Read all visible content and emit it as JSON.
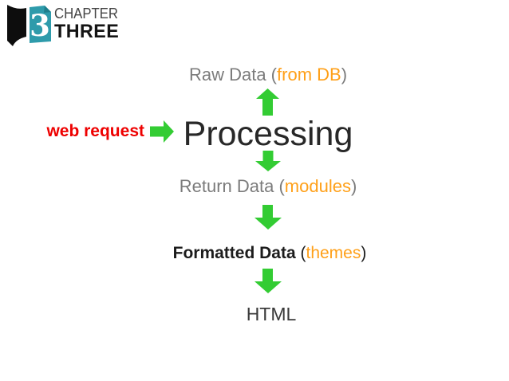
{
  "logo": {
    "number": "3",
    "line1": "CHAPTER",
    "line2": "THREE"
  },
  "flow": {
    "raw_data": {
      "prefix": "Raw Data (",
      "highlight": "from DB",
      "suffix": ")"
    },
    "web_request": "web request",
    "processing": "Processing",
    "return_data": {
      "prefix": "Return Data (",
      "highlight": "modules",
      "suffix": ")"
    },
    "formatted_data": {
      "bold": "Formatted Data",
      "paren": " (",
      "highlight": "themes",
      "suffix": ")"
    },
    "html": "HTML"
  },
  "icons": {
    "book": "book-icon",
    "up": "up-arrow-icon",
    "down": "down-arrow-icon",
    "right": "right-arrow-icon"
  },
  "colors": {
    "arrow_green": "#33cc33",
    "arrow_green_edge": "#2aa82a",
    "highlight_orange": "#ffa019",
    "web_request_red": "#ee0000",
    "muted_gray": "#7b7b7b",
    "logo_teal": "#2e9bab",
    "logo_teal_dark": "#1e7e8c",
    "logo_black": "#0d0d0d",
    "background": "#ffffff"
  }
}
